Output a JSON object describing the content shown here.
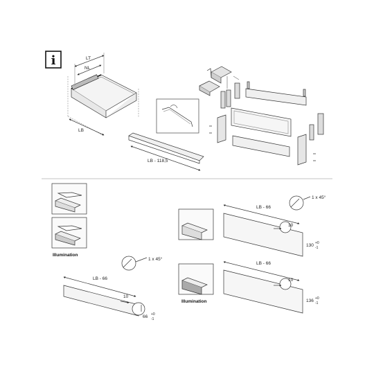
{
  "info_icon": {
    "glyph": "i"
  },
  "top_assembly": {
    "lt_label": "LT",
    "nl_label": "NL",
    "lb_label": "LB",
    "cut_label": "LB - 118,5"
  },
  "left_panel": {
    "illumination_label": "Illumination",
    "lb66_label": "LB - 66",
    "chamfer_label": "1 x 45°",
    "inset_label": "10",
    "height_value": "66",
    "tol_upper": "+0",
    "tol_lower": "-1"
  },
  "right_panel": {
    "front1": {
      "lb66_label": "LB - 66",
      "chamfer_label": "1 x 45°",
      "inset_label": "10",
      "height_value": "130",
      "tol_upper": "+0",
      "tol_lower": "-1"
    },
    "front2": {
      "lb66_label": "LB - 66",
      "inset_label": "10",
      "height_value": "136",
      "tol_upper": "+0",
      "tol_lower": "-1",
      "illumination_label": "Illumination"
    }
  }
}
